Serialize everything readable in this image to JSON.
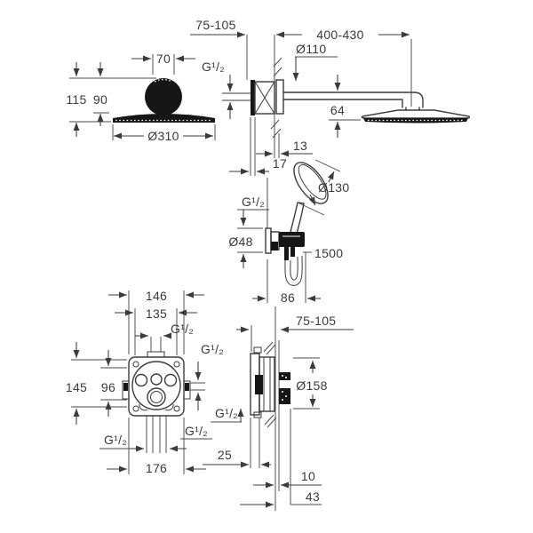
{
  "palette": {
    "line": "#3b3b3b",
    "dark_fill": "#161616",
    "background": "#ffffff"
  },
  "head_front": {
    "top_width": "70",
    "total_height": "115",
    "ball_height": "90",
    "diameter": "Ø310"
  },
  "wall_bracket": {
    "depth_range": "75-105",
    "thread": "G¹/₂",
    "finish_offset": "13",
    "plate_depth": "17"
  },
  "arm": {
    "length_range": "400-430",
    "escutcheon_diameter": "Ø110",
    "head_drop": "64"
  },
  "hand_shower": {
    "head_diameter": "Ø130",
    "thread": "G¹/₂",
    "outlet_diameter": "Ø48",
    "hose_length": "1500",
    "holder_depth": "86"
  },
  "valve_front": {
    "outer_width": "146",
    "inner_width": "135",
    "top_thread": "G¹/₂",
    "right_thread": "G¹/₂",
    "outer_height": "145",
    "inner_height": "96",
    "bottom_left_thread": "G¹/₂",
    "bottom_right_thread": "G¹/₂",
    "bottom_width": "176"
  },
  "valve_side": {
    "depth_range": "75-105",
    "plate_diameter": "Ø158",
    "thread": "G¹/₂",
    "trim_depth": "25",
    "finish_thickness": "10",
    "box_depth": "43"
  }
}
